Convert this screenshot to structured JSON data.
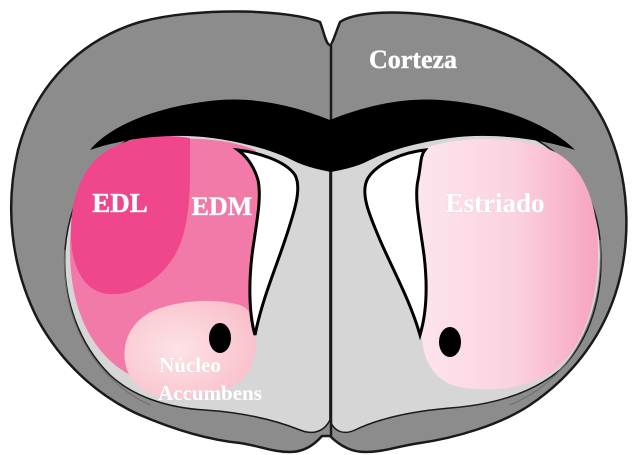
{
  "diagram": {
    "labels": {
      "cortex": "Corteza",
      "edl": "EDL",
      "edm": "EDM",
      "nucleus_line1": "Núcleo",
      "nucleus_line2": "Accumbens",
      "striatum": "Estriado"
    },
    "colors": {
      "cortex_fill": "#8c8c8c",
      "inner_fill": "#d6d6d6",
      "outline": "#1a1a1a",
      "white_matter": "#000000",
      "ventricle": "#ffffff",
      "edl_pink": "#f0468c",
      "edm_pink": "#f27aa8",
      "accumbens_pink": "#fbd0d6",
      "striatum_pink_light": "#fbe0ea",
      "striatum_pink_dark": "#f9a9c4",
      "label_text": "#ffffff"
    }
  }
}
